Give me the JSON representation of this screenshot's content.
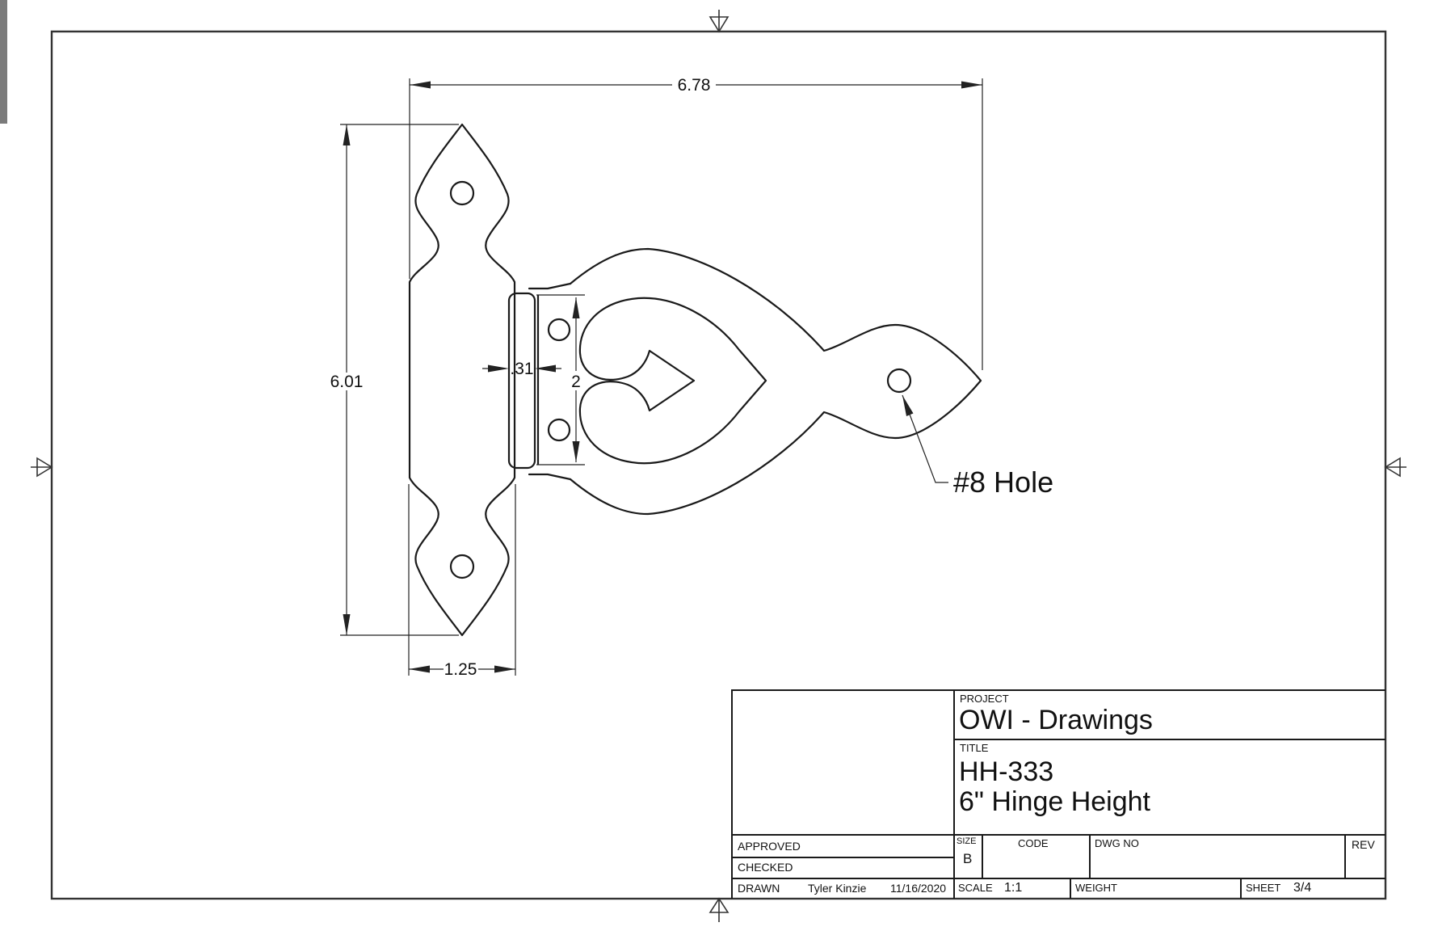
{
  "drawing": {
    "dimensions": {
      "overall_width": "6.78",
      "overall_height": "6.01",
      "pin_width": ".31",
      "leaf_height": "2",
      "strap_width": "1.25"
    },
    "annotation": {
      "hole_label": "#8 Hole"
    }
  },
  "title_block": {
    "project": {
      "label": "PROJECT",
      "value": "OWI - Drawings"
    },
    "title": {
      "label": "TITLE",
      "value_line1": "HH-333",
      "value_line2": "6\" Hinge Height"
    },
    "approved": {
      "label": "APPROVED"
    },
    "checked": {
      "label": "CHECKED"
    },
    "drawn": {
      "label": "DRAWN",
      "name": "Tyler Kinzie",
      "date": "11/16/2020"
    },
    "size": {
      "label": "SIZE",
      "value": "B"
    },
    "code": {
      "label": "CODE"
    },
    "dwg_no": {
      "label": "DWG NO"
    },
    "rev": {
      "label": "REV"
    },
    "scale": {
      "label": "SCALE",
      "value": "1:1"
    },
    "weight": {
      "label": "WEIGHT"
    },
    "sheet": {
      "label": "SHEET",
      "value": "3/4"
    }
  },
  "colors": {
    "line": "#1a1a1a",
    "background": "#ffffff",
    "strip": "#7b7b7b"
  }
}
